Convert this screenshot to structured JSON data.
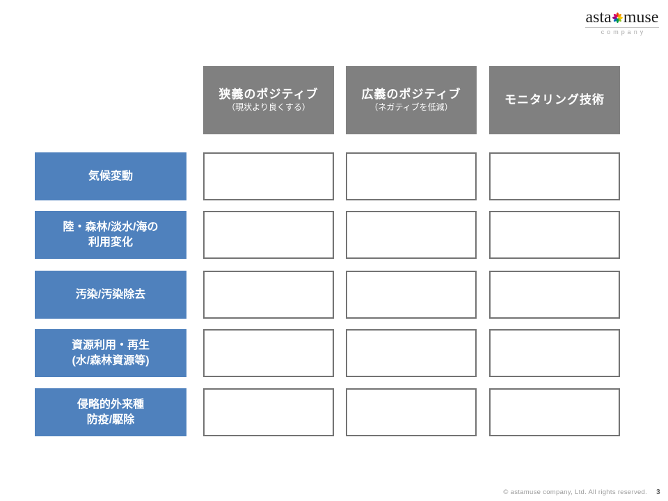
{
  "logo": {
    "name_left": "asta",
    "name_right": "muse",
    "subtitle": "company",
    "mark_icon": "pinwheel-asterisk",
    "mark_colors": [
      "#e8380d",
      "#f39800",
      "#fcc800",
      "#8fc31f",
      "#009944",
      "#0068b7",
      "#920783",
      "#d6006e"
    ]
  },
  "matrix": {
    "column_headers": [
      {
        "title": "狭義のポジティブ",
        "subtitle": "（現状より良くする）"
      },
      {
        "title": "広義のポジティブ",
        "subtitle": "（ネガティブを低減）"
      },
      {
        "title": "モニタリング技術",
        "subtitle": ""
      }
    ],
    "row_headers": [
      {
        "line1": "気候変動",
        "line2": ""
      },
      {
        "line1": "陸・森林/淡水/海の",
        "line2": "利用変化"
      },
      {
        "line1": "汚染/汚染除去",
        "line2": ""
      },
      {
        "line1": "資源利用・再生",
        "line2": "(水/森林資源等)"
      },
      {
        "line1": "侵略的外来種",
        "line2": "防疫/駆除"
      }
    ],
    "cell_values": [
      [
        "",
        "",
        ""
      ],
      [
        "",
        "",
        ""
      ],
      [
        "",
        "",
        ""
      ],
      [
        "",
        "",
        ""
      ],
      [
        "",
        "",
        ""
      ]
    ]
  },
  "footer": {
    "copyright": "© astamuse company, Ltd. All rights reserved.",
    "page_number": "3"
  },
  "colors": {
    "row_header_bg": "#4F81BD",
    "column_header_bg": "#808080",
    "cell_border": "#737373"
  }
}
